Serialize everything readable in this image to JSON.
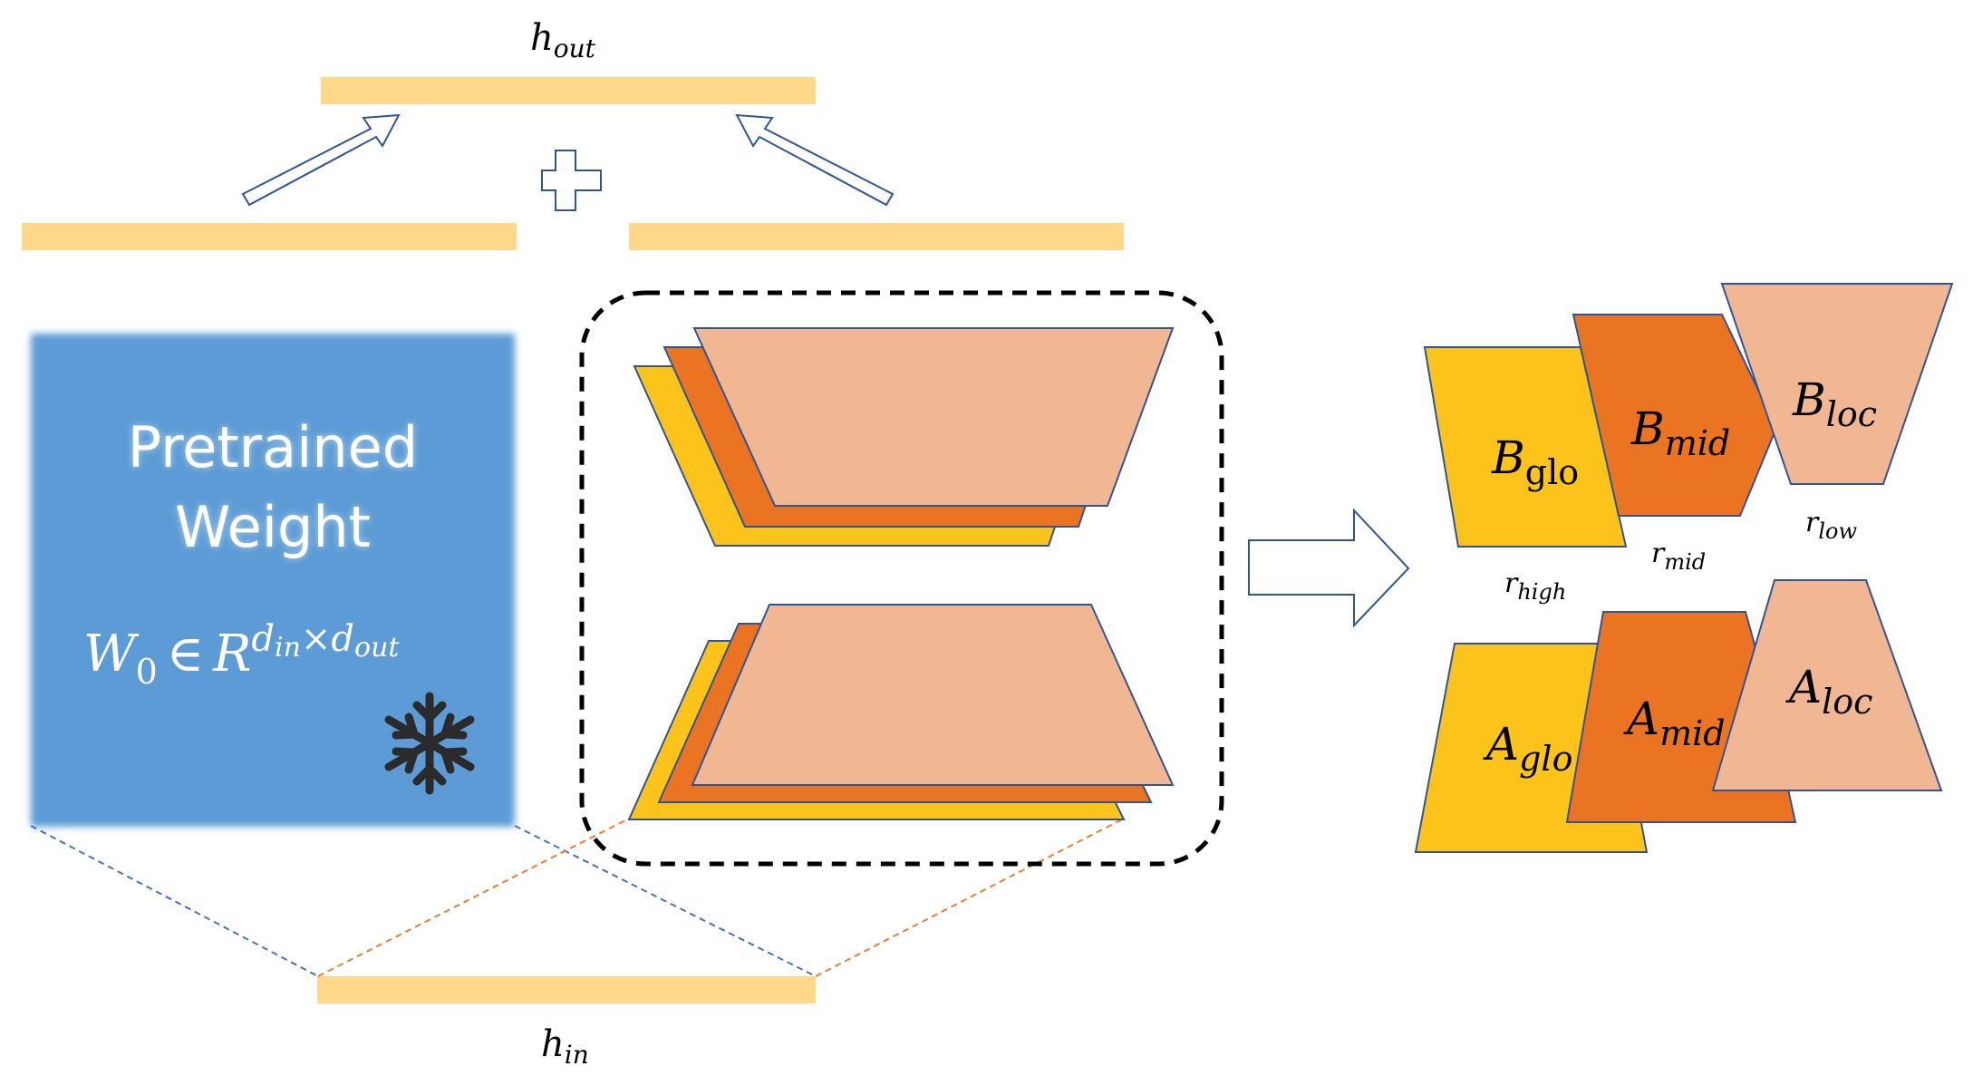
{
  "labels": {
    "h_out": {
      "base": "h",
      "sub": "out"
    },
    "h_in": {
      "base": "h",
      "sub": "in"
    }
  },
  "pretrained": {
    "line1": "Pretrained",
    "line2": "Weight",
    "formula": {
      "base": "W",
      "sub": "0",
      "symbol": "∈",
      "space": "R",
      "sup_a": "d",
      "sup_a_sub": "in",
      "times": "×",
      "sup_b": "d",
      "sup_b_sub": "out"
    },
    "icon": "snowflake-icon"
  },
  "blocks": {
    "B_glo": {
      "base": "B",
      "sub": "glo"
    },
    "B_mid": {
      "base": "B",
      "sub": "mid"
    },
    "B_loc": {
      "base": "B",
      "sub": "loc"
    },
    "A_glo": {
      "base": "A",
      "sub": "glo"
    },
    "A_mid": {
      "base": "A",
      "sub": "mid"
    },
    "A_loc": {
      "base": "A",
      "sub": "loc"
    }
  },
  "ranks": {
    "high": {
      "base": "r",
      "sub": "high"
    },
    "mid": {
      "base": "r",
      "sub": "mid"
    },
    "low": {
      "base": "r",
      "sub": "low"
    }
  },
  "colors": {
    "bar": "#FFD88A",
    "weight_block": "#5B9BD5",
    "yellow": "#FCC41A",
    "orange": "#EB7422",
    "peach": "#F0B792",
    "outline": "#2F5597",
    "blue_dash": "#4472C4",
    "orange_dash": "#ED7D31"
  }
}
